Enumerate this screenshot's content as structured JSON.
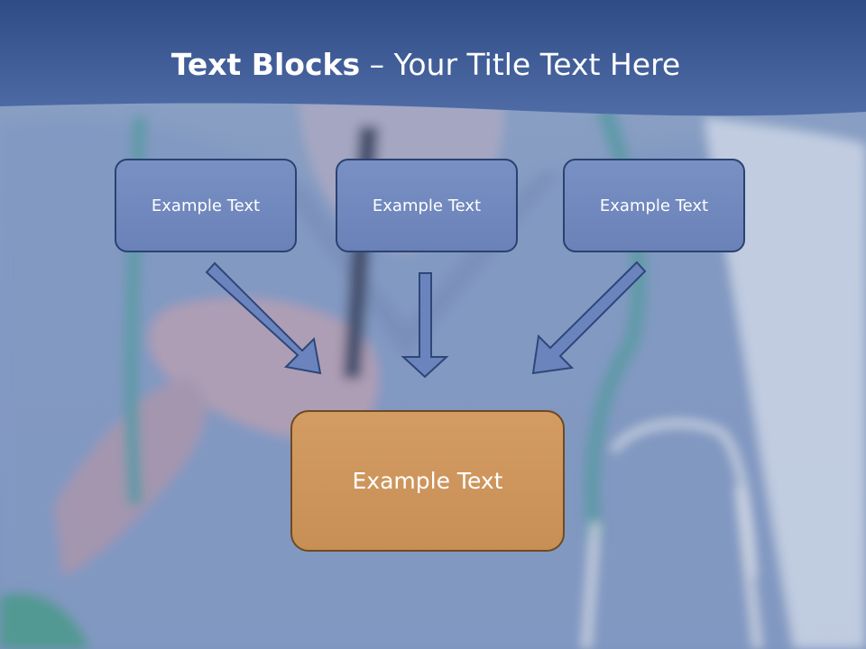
{
  "slide": {
    "title_bold": "Text Blocks",
    "title_dash": " – ",
    "title_rest": "Your Title Text Here"
  },
  "diagram": {
    "top_boxes": [
      "Example Text",
      "Example Text",
      "Example Text"
    ],
    "bottom_box": "Example Text"
  },
  "colors": {
    "header": "#3f5f99",
    "top_box_fill": "#7088bf",
    "top_box_border": "#2a4270",
    "bottom_box_fill": "#cc9760",
    "bottom_box_border": "#6e4a22",
    "arrow_fill": "#6b84bd"
  }
}
